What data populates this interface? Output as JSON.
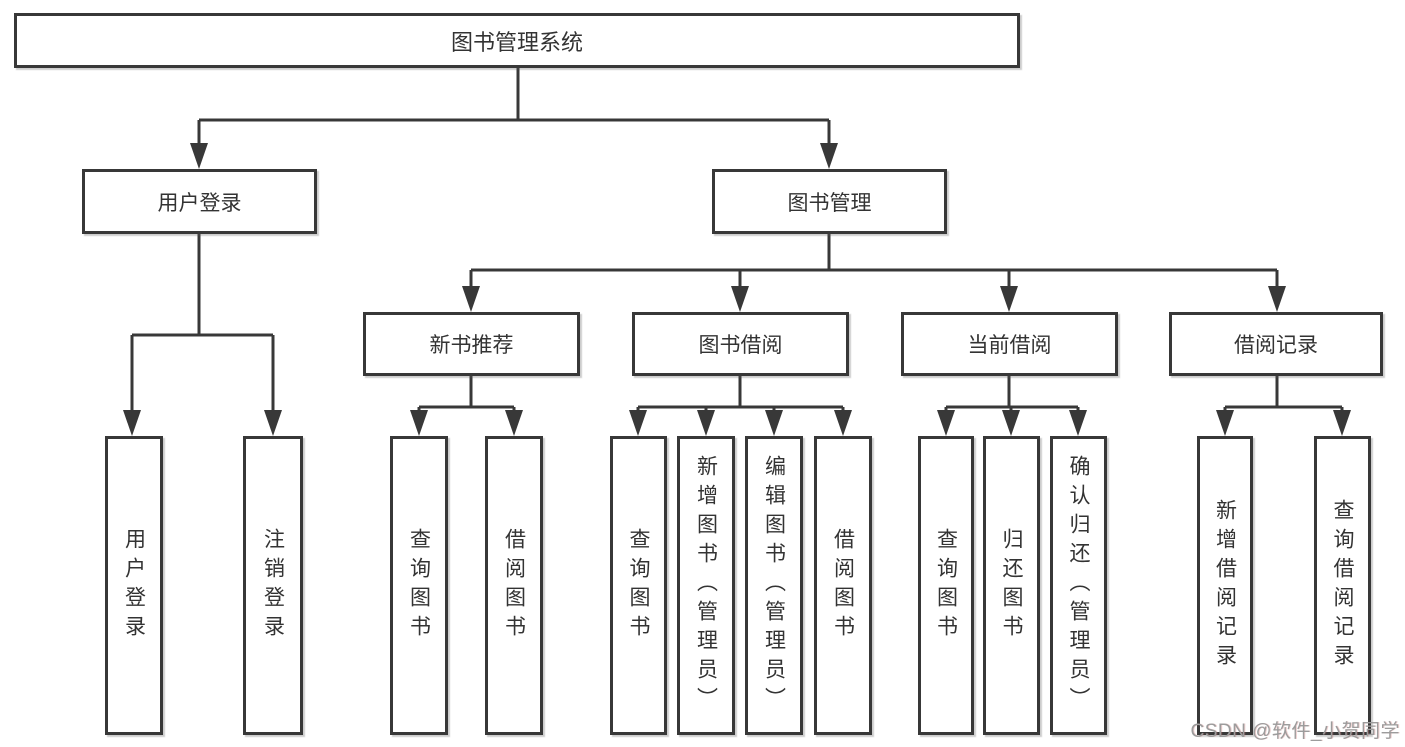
{
  "tree": {
    "root": {
      "label": "图书管理系统",
      "children": [
        {
          "label": "用户登录",
          "children": [
            {
              "label": "用户登录"
            },
            {
              "label": "注销登录"
            }
          ]
        },
        {
          "label": "图书管理",
          "children": [
            {
              "label": "新书推荐",
              "children": [
                {
                  "label": "查询图书"
                },
                {
                  "label": "借阅图书"
                }
              ]
            },
            {
              "label": "图书借阅",
              "children": [
                {
                  "label": "查询图书"
                },
                {
                  "label": "新增图书（管理员）"
                },
                {
                  "label": "编辑图书（管理员）"
                },
                {
                  "label": "借阅图书"
                }
              ]
            },
            {
              "label": "当前借阅",
              "children": [
                {
                  "label": "查询图书"
                },
                {
                  "label": "归还图书"
                },
                {
                  "label": "确认归还（管理员）"
                }
              ]
            },
            {
              "label": "借阅记录",
              "children": [
                {
                  "label": "新增借阅记录"
                },
                {
                  "label": "查询借阅记录"
                }
              ]
            }
          ]
        }
      ]
    }
  },
  "watermark": "CSDN @软件_小贺同学",
  "colors": {
    "line": "#383838",
    "box_border": "#383838",
    "text": "#333333",
    "watermark_text": "#9c9c9c",
    "background": "#ffffff"
  }
}
